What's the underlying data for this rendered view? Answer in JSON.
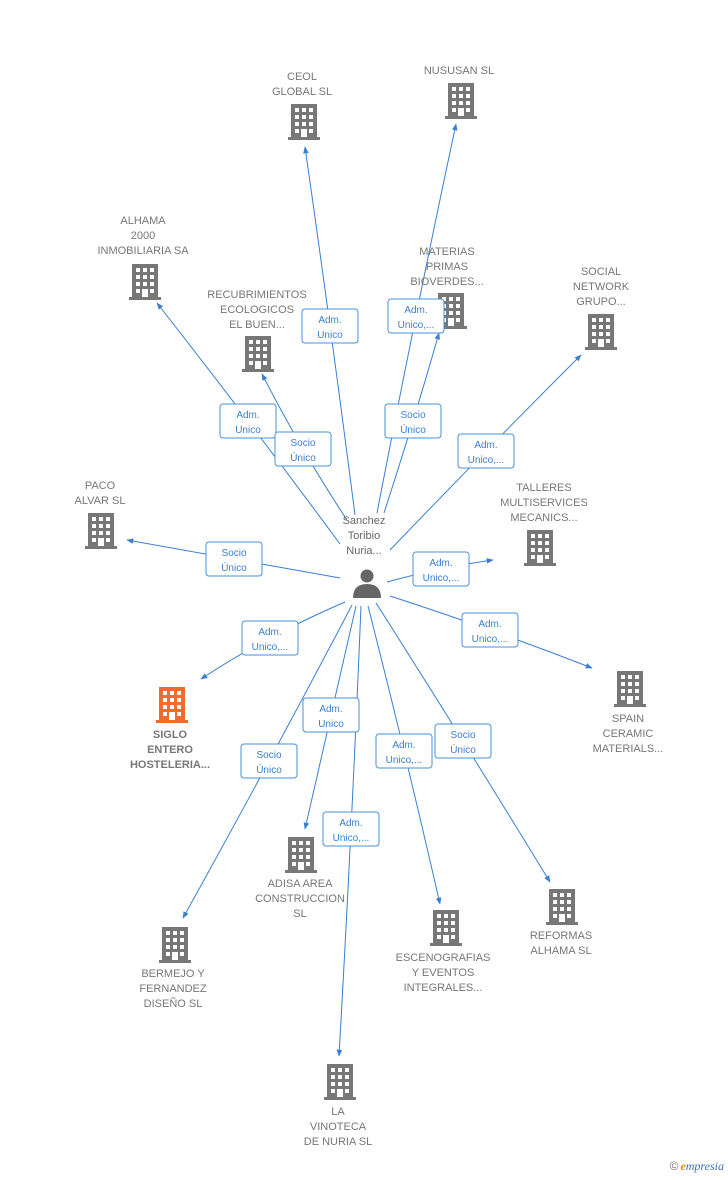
{
  "colors": {
    "edge": "#3a7fd0",
    "building": "#777777",
    "highlight": "#f26a2e",
    "person": "#666666"
  },
  "center": {
    "name_lines": [
      "Sanchez",
      "Toribio",
      "Nuria..."
    ],
    "icon": "person-icon"
  },
  "nodes": [
    {
      "id": "ceol",
      "lines": [
        "CEOL",
        "GLOBAL  SL"
      ],
      "highlight": false
    },
    {
      "id": "nususan",
      "lines": [
        "NUSUSAN  SL"
      ],
      "highlight": false
    },
    {
      "id": "alhama2000",
      "lines": [
        "ALHAMA",
        "2000",
        "INMOBILIARIA SA"
      ],
      "highlight": false
    },
    {
      "id": "materias",
      "lines": [
        "MATERIAS",
        "PRIMAS",
        "BIOVERDES..."
      ],
      "highlight": false
    },
    {
      "id": "social",
      "lines": [
        "SOCIAL",
        "NETWORK",
        "GRUPO..."
      ],
      "highlight": false
    },
    {
      "id": "recubrimientos",
      "lines": [
        "RECUBRIMIENTOS",
        "ECOLOGICOS",
        "EL BUEN..."
      ],
      "highlight": false
    },
    {
      "id": "paco",
      "lines": [
        "PACO",
        "ALVAR  SL"
      ],
      "highlight": false
    },
    {
      "id": "talleres",
      "lines": [
        "TALLERES",
        "MULTISERVICES",
        "MECANICS..."
      ],
      "highlight": false
    },
    {
      "id": "siglo",
      "lines": [
        "SIGLO",
        "ENTERO",
        "HOSTELERIA..."
      ],
      "highlight": true
    },
    {
      "id": "spain",
      "lines": [
        "SPAIN",
        "CERAMIC",
        "MATERIALS..."
      ],
      "highlight": false
    },
    {
      "id": "adisa",
      "lines": [
        "ADISA AREA",
        "CONSTRUCCION",
        "SL"
      ],
      "highlight": false
    },
    {
      "id": "bermejo",
      "lines": [
        "BERMEJO Y",
        "FERNANDEZ",
        "DISEÑO SL"
      ],
      "highlight": false
    },
    {
      "id": "escenografias",
      "lines": [
        "ESCENOGRAFIAS",
        "Y EVENTOS",
        "INTEGRALES..."
      ],
      "highlight": false
    },
    {
      "id": "reformas",
      "lines": [
        "REFORMAS",
        "ALHAMA  SL"
      ],
      "highlight": false
    },
    {
      "id": "vinoteca",
      "lines": [
        "LA",
        "VINOTECA",
        "DE NURIA  SL"
      ],
      "highlight": false
    }
  ],
  "relations": [
    {
      "target": "ceol",
      "lines": [
        "Adm.",
        "Unico"
      ]
    },
    {
      "target": "nususan",
      "lines": [
        "Adm.",
        "Unico,..."
      ]
    },
    {
      "target": "materias",
      "lines": [
        "Socio",
        "Único"
      ]
    },
    {
      "target": "alhama2000",
      "lines": [
        "Adm.",
        "Unico"
      ]
    },
    {
      "target": "recubrimientos",
      "lines": [
        "Socio",
        "Único"
      ]
    },
    {
      "target": "social",
      "lines": [
        "Adm.",
        "Unico,..."
      ]
    },
    {
      "target": "paco",
      "lines": [
        "Socio",
        "Único"
      ]
    },
    {
      "target": "talleres",
      "lines": [
        "Adm.",
        "Unico,..."
      ]
    },
    {
      "target": "siglo",
      "lines": [
        "Adm.",
        "Unico,..."
      ]
    },
    {
      "target": "spain",
      "lines": [
        "Adm.",
        "Unico,..."
      ]
    },
    {
      "target": "adisa",
      "lines": [
        "Adm.",
        "Unico"
      ]
    },
    {
      "target": "bermejo",
      "lines": [
        "Socio",
        "Único"
      ]
    },
    {
      "target": "vinoteca",
      "lines": [
        "Adm.",
        "Unico,..."
      ]
    },
    {
      "target": "escenografias",
      "lines": [
        "Adm.",
        "Unico,..."
      ]
    },
    {
      "target": "reformas",
      "lines": [
        "Socio",
        "Único"
      ]
    }
  ],
  "footer": {
    "copyright_symbol": "©",
    "brand_first": "e",
    "brand_rest": "mpresia"
  }
}
